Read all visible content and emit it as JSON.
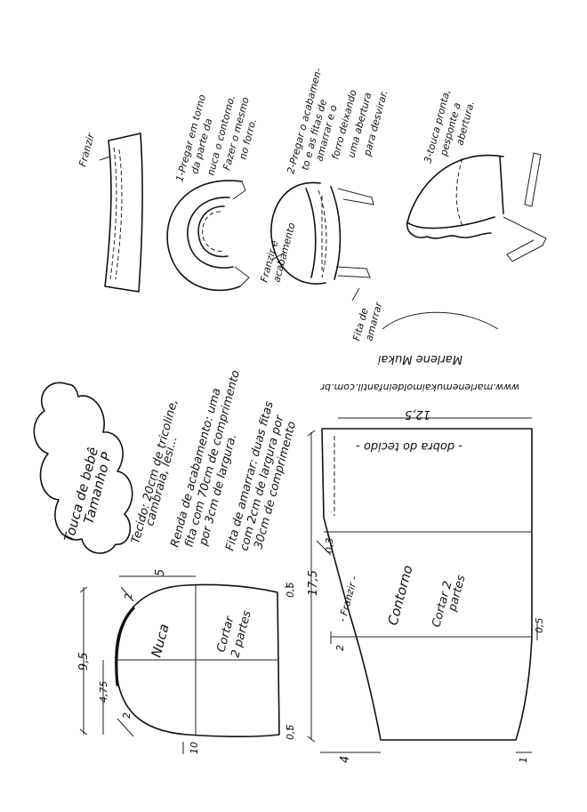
{
  "title": {
    "line1": "Touca de bebê",
    "line2": "Tamanho P"
  },
  "materials": {
    "fabric": "Tecido: 20cm de tricoline,",
    "fabric_cont": "cambraia, lesi...",
    "lace": "Renda de acabamento: uma",
    "lace_cont1": "fita com 70cm de comprimento",
    "lace_cont2": "por 3cm de largura.",
    "ribbon": "Fita de amarrar: duas fitas",
    "ribbon_cont1": "com 2cm de largura por",
    "ribbon_cont2": "30cm de comprimento"
  },
  "steps": {
    "step1_line1": "1-Pregar em torno",
    "step1_line2": "da parte da",
    "step1_line3": "nuca o contorno.",
    "step1_line4": "Fazer o mesmo",
    "step1_line5": "no forro.",
    "step2_line1": "2-Pregar o acabamen-",
    "step2_line2": "to e as fitas de",
    "step2_line3": "amarrar e o",
    "step2_line4": "forro deixando",
    "step2_line5": "uma abertura",
    "step2_line6": "para desvirar.",
    "step3_line1": "3-touca pronta,",
    "step3_line2": "pesponte a",
    "step3_line3": "abertura."
  },
  "annotations": {
    "franzir_top": "Franzir",
    "franzir_acab_1": "Franzir e",
    "franzir_acab_2": "acabamento",
    "fita_amarrar_1": "Fita de",
    "fita_amarrar_2": "amarrar",
    "signature": "Marlene Mukai",
    "website": "www.marlenemukaimoldeinfantil.com.br"
  },
  "piece_nuca": {
    "name": "Nuca",
    "instruction_1": "Cortar",
    "instruction_2": "2 partes",
    "dims": [
      "9,5",
      "5",
      "4,75",
      "2",
      "2",
      "0,5",
      "0,5",
      "10"
    ]
  },
  "piece_contorno": {
    "name": "Contorno",
    "instruction_1": "Cortar 2",
    "instruction_2": "partes",
    "fold": "- dobra do tecido -",
    "franzir": "- Franzir -",
    "dims": [
      "12,5",
      "17,5",
      "0,3",
      "2",
      "4",
      "0,5",
      "1"
    ]
  },
  "colors": {
    "ink": "#111111",
    "paper": "#ffffff"
  }
}
